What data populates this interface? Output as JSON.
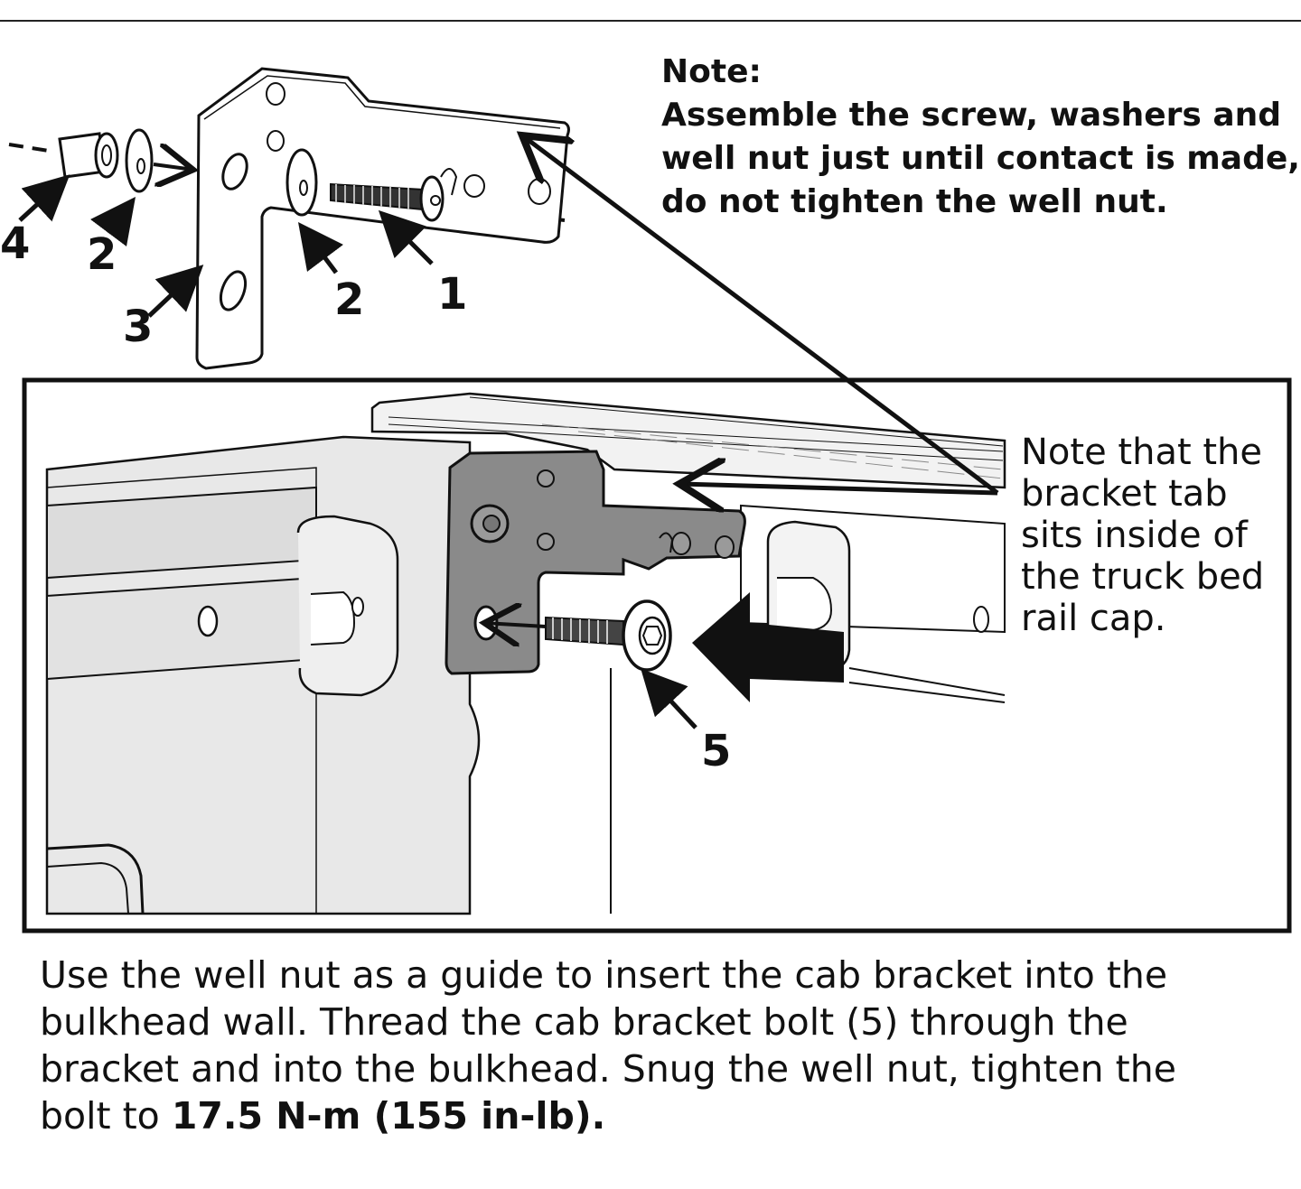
{
  "note": {
    "title": "Note:",
    "lines": [
      "Assemble the screw, washers and",
      "well nut just until contact is made,",
      "do not tighten the well nut."
    ]
  },
  "side_note": {
    "lines": [
      "Note that the",
      "bracket tab",
      "sits inside of",
      "the truck bed",
      "rail cap."
    ]
  },
  "callouts": {
    "screw": "1",
    "washer_near": "2",
    "washer_far": "2",
    "bracket": "3",
    "well_nut": "4",
    "cab_bolt": "5"
  },
  "instructions": {
    "line1": "Use the well nut as a guide to insert the cab bracket into the",
    "line2": "bulkhead wall.  Thread the cab bracket bolt (5) through the",
    "line3": "bracket and into the bulkhead.  Snug the well nut, tighten the",
    "line4_prefix": "bolt to ",
    "torque": "17.5 N-m (155 in-lb)."
  },
  "colors": {
    "ink": "#111111",
    "bracket_fill": "#8a8a8a",
    "panel_fill": "#e6e6e6"
  },
  "icons": [
    "well-nut-icon",
    "washer-icon",
    "screw-icon",
    "bracket-icon",
    "cab-bolt-icon",
    "direction-arrow-icon"
  ]
}
